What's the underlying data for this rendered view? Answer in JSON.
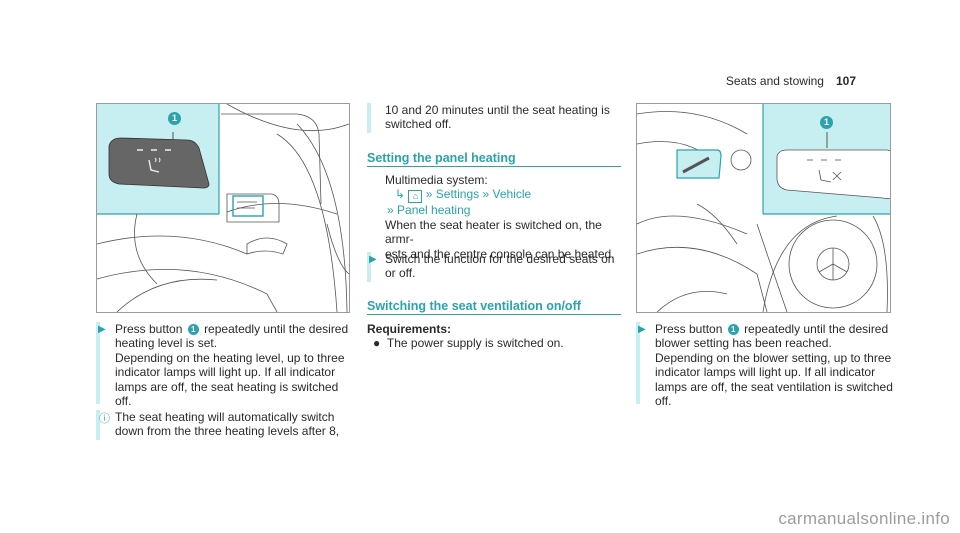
{
  "header": {
    "section": "Seats and stowing",
    "page": "107"
  },
  "left": {
    "callout": "1",
    "instr_pre": "Press button",
    "instr_num": "1",
    "instr_post": "repeatedly until the desired",
    "instr_l2": "heating level is set.",
    "instr_l3": "Depending on the heating level, up to three",
    "instr_l4": "indicator lamps will light up. If all indicator",
    "instr_l5": "lamps are off, the seat heating is switched",
    "instr_l6": "off.",
    "note_l1": "The seat heating will automatically switch",
    "note_l2": "down from the three heating levels after 8,"
  },
  "middle": {
    "cont_l1": "10 and 20 minutes until the seat heating is",
    "cont_l2": "switched off.",
    "h_panel": "Setting the panel heating",
    "multimedia": "Multimedia system:",
    "path_settings": "Settings",
    "path_vehicle": "Vehicle",
    "path_panel": "Panel heating",
    "panel_l1": "When the seat heater is switched on, the armr-",
    "panel_l2": "ests and the centre console can be heated.",
    "switch_l1": "Switch the function for the desired seats on",
    "switch_l2": "or off.",
    "h_vent": "Switching the seat ventilation on/off",
    "req_label": "Requirements:",
    "req_item": "The power supply is switched on."
  },
  "right": {
    "callout": "1",
    "instr_pre": "Press button",
    "instr_num": "1",
    "instr_post": "repeatedly until the desired",
    "instr_l2": "blower setting has been reached.",
    "instr_l3": "Depending on the blower setting, up to three",
    "instr_l4": "indicator lamps will light up. If all indicator",
    "instr_l5": "lamps are off, the seat ventilation is switched",
    "instr_l6": "off."
  },
  "watermark": "carmanualsonline.info",
  "colors": {
    "accent": "#2ba3ad",
    "highlight": "#c7eef0"
  }
}
